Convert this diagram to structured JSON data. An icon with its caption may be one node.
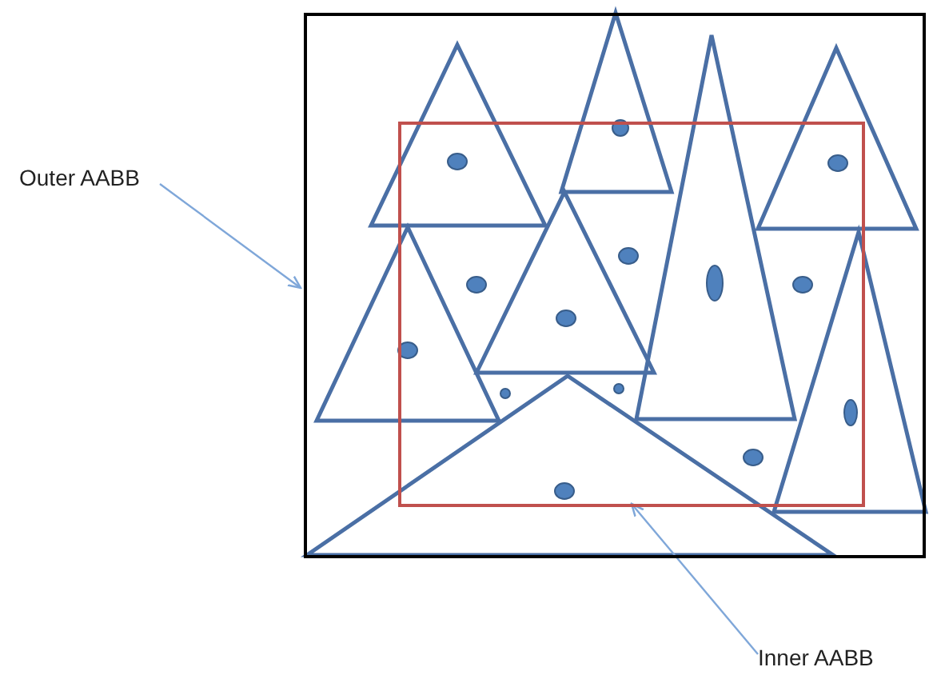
{
  "diagram": {
    "nodes": [
      {
        "text": [
          "Outer AABB"
        ]
      },
      {
        "text": [],
        "shape": "box"
      },
      {
        "text": [],
        "shape": "box",
        "in": 1
      },
      {
        "text": [
          "Inner AABB"
        ]
      }
    ],
    "edges": [
      {
        "from": 0,
        "to": 1,
        "arrow": "to"
      },
      {
        "from": 3,
        "to": 2,
        "arrow": "to"
      }
    ]
  }
}
